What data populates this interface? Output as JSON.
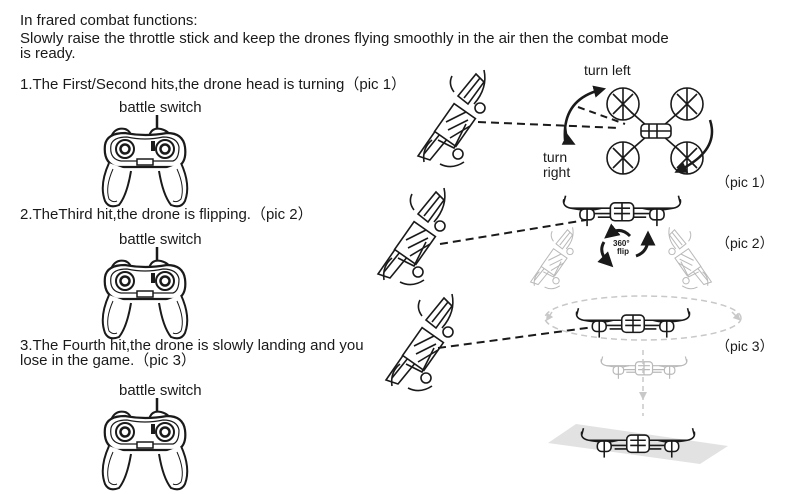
{
  "page": {
    "heading": "In frared combat functions:",
    "intro_line1": "Slowly raise the throttle stick and keep the drones flying smoothly in the air then the combat mode",
    "intro_line2": "is ready."
  },
  "steps": [
    {
      "text_lines": [
        "1.The First/Second hits,the drone head is turning（pic 1）"
      ],
      "controller_label": "battle switch"
    },
    {
      "text_lines": [
        "2.TheThird hit,the drone is flipping.（pic 2）"
      ],
      "controller_label": "battle switch"
    },
    {
      "text_lines": [
        "3.The Fourth hit,the drone is slowly landing and you",
        "lose in the game.（pic 3）"
      ],
      "controller_label": "battle switch"
    }
  ],
  "diagrams": {
    "pic1": {
      "caption": "（pic 1）",
      "turn_left_label": "turn left",
      "turn_right_label_line1": "turn",
      "turn_right_label_line2": "right"
    },
    "pic2": {
      "caption": "（pic 2）",
      "flip_badge_line1": "360°",
      "flip_badge_line2": "flip"
    },
    "pic3": {
      "caption": "（pic 3）"
    }
  },
  "icons": {
    "controller": "gamepad-icon",
    "drone": "quadcopter-icon",
    "rotate_arrow": "curved-arrow-icon"
  },
  "colors": {
    "ink": "#1a1a1a",
    "ghost": "#c8c8c8",
    "ground": "#e2e2e2"
  }
}
